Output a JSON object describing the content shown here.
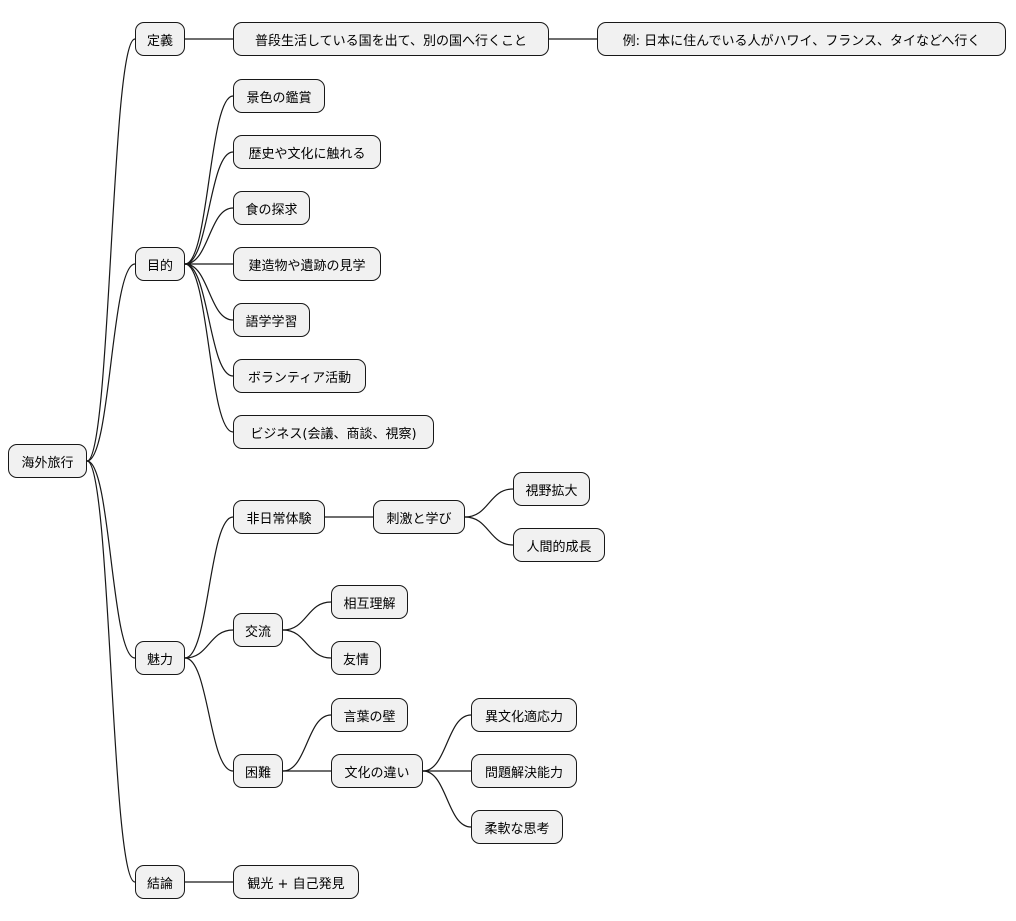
{
  "mindmap": {
    "root": "海外旅行",
    "definition": {
      "label": "定義",
      "text": "普段生活している国を出て、別の国へ行くこと",
      "example": "例: 日本に住んでいる人がハワイ、フランス、タイなどへ行く"
    },
    "purpose": {
      "label": "目的",
      "items": [
        "景色の鑑賞",
        "歴史や文化に触れる",
        "食の探求",
        "建造物や遺跡の見学",
        "語学学習",
        "ボランティア活動",
        "ビジネス(会議、商談、視察)"
      ]
    },
    "appeal": {
      "label": "魅力",
      "extraordinary": {
        "label": "非日常体験",
        "stimulus": {
          "label": "刺激と学び",
          "children": [
            "視野拡大",
            "人間的成長"
          ]
        }
      },
      "exchange": {
        "label": "交流",
        "children": [
          "相互理解",
          "友情"
        ]
      },
      "difficulty": {
        "label": "困難",
        "language_wall": "言葉の壁",
        "culture_diff": {
          "label": "文化の違い",
          "children": [
            "異文化適応力",
            "問題解決能力",
            "柔軟な思考"
          ]
        }
      }
    },
    "conclusion": {
      "label": "結論",
      "text": "観光 + 自己発見"
    }
  }
}
